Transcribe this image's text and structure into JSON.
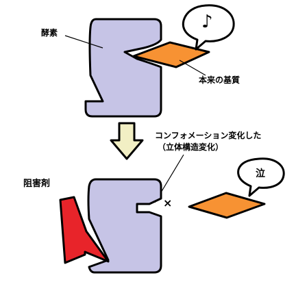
{
  "labels": {
    "enzyme": "酵素",
    "substrate": "本来の基質",
    "conformation_change_line1": "コンフォメーション変化した",
    "conformation_change_line2": "（立体構造変化）",
    "inhibitor": "阻害剤",
    "cross_mark": "×",
    "cry_bubble": "泣",
    "note_bubble": "♪"
  },
  "colors": {
    "enzyme_fill": "#c6c4e6",
    "substrate_fill": "#f79233",
    "inhibitor_fill": "#e8242a",
    "arrow_fill": "#f2efc4",
    "outline": "#000000"
  },
  "icons": {
    "note_bubble_icon": "music-note",
    "down_arrow_icon": "down-arrow"
  }
}
